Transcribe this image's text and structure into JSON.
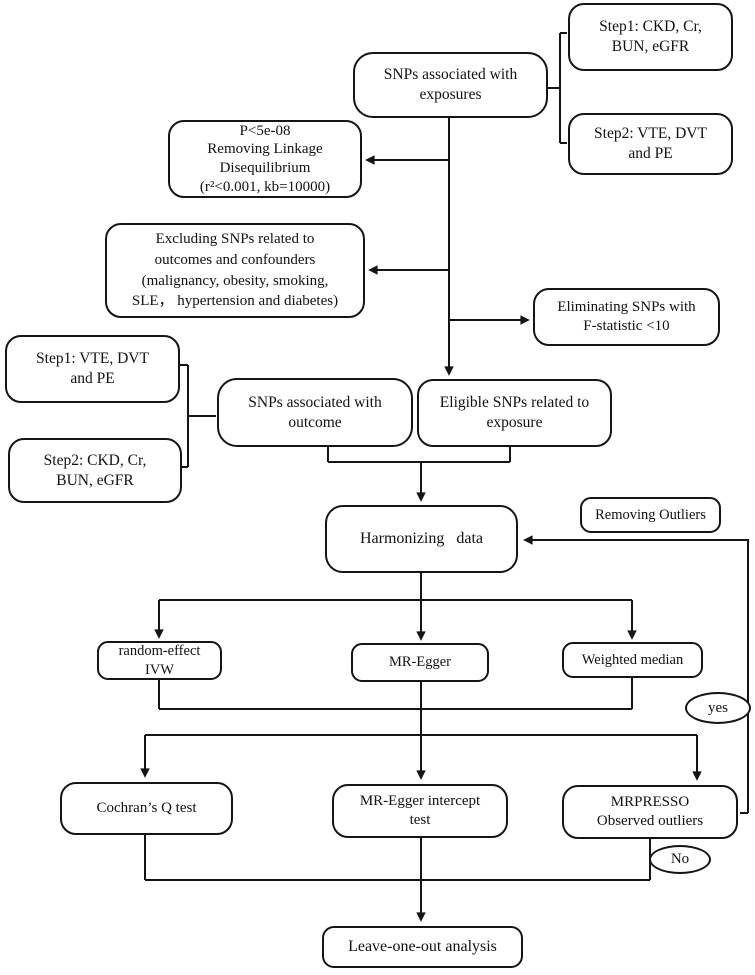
{
  "diagram": {
    "title": "Mendelian randomization study flowchart",
    "colors": {
      "line": "#151515",
      "box_fill": "#ffffff",
      "text": "#111111"
    },
    "nodes": {
      "snps_exposures": "SNPs associated with\nexposures",
      "step1_exposure": "Step1: CKD, Cr,\nBUN, eGFR",
      "step2_exposure": "Step2: VTE, DVT\nand PE",
      "pvalue_ld": "P<5e-08\nRemoving Linkage\nDisequilibrium\n(r²<0.001, kb=10000)",
      "excluding": "Excluding SNPs related to\noutcomes and confounders\n(malignancy, obesity, smoking,\nSLE， hypertension and diabetes)",
      "eliminating": "Eliminating SNPs with\nF-statistic <10",
      "step1_outcome": "Step1: VTE, DVT\nand PE",
      "step2_outcome": "Step2: CKD, Cr,\nBUN, eGFR",
      "snps_outcome": "SNPs associated with\noutcome",
      "eligible_snps": "Eligible SNPs related to\nexposure",
      "harmonizing": "Harmonizing  data",
      "removing_outliers": "Removing Outliers",
      "ivw": "random-effect IVW",
      "mr_egger": "MR-Egger",
      "weighted_median": "Weighted median",
      "cochran": "Cochran’s Q test",
      "egger_intercept": "MR-Egger intercept\ntest",
      "mrpresso": "MRPRESSO\nObserved outliers",
      "leave_one_out": "Leave-one-out analysis"
    },
    "labels": {
      "yes": "yes",
      "no": "No"
    }
  }
}
